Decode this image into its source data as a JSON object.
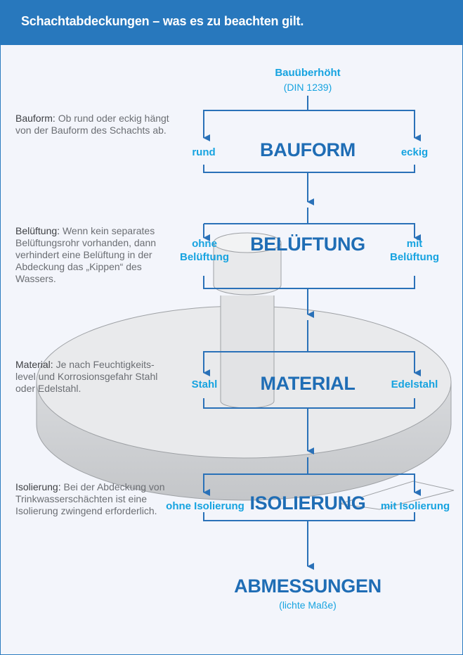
{
  "header": {
    "title": "Schachtabdeckungen – was es zu beachten gilt."
  },
  "top": {
    "label": "Bauüberhöht",
    "sub": "(DIN 1239)"
  },
  "steps": [
    {
      "title": "BAUFORM",
      "left": "rund",
      "right": "eckig"
    },
    {
      "title": "BELÜFTUNG",
      "left": "ohne\nBelüftung",
      "right": "mit\nBelüftung"
    },
    {
      "title": "MATERIAL",
      "left": "Stahl",
      "right": "Edelstahl"
    },
    {
      "title": "ISOLIERUNG",
      "left": "ohne Isolierung",
      "right": "mit Isolierung"
    }
  ],
  "bottom": {
    "label": "ABMESSUNGEN",
    "sub": "(lichte Maße)"
  },
  "notes": [
    {
      "term": "Bauform:",
      "text": " Ob rund oder eckig hängt von der Bauform des Schachts ab."
    },
    {
      "term": "Belüftung:",
      "text": " Wenn kein separates Belüftungsrohr vorhanden, dann verhindert eine Belüftung in der Abdeckung das „Kippen“ des Wassers."
    },
    {
      "term": "Material:",
      "text": " Je nach Feuchtigkeits-level und Korrosionsgefahr Stahl oder Edelstahl."
    },
    {
      "term": "Isolierung:",
      "text": " Bei der Abdeckung von Trinkwasserschächten ist eine Isolierung zwingend erforderlich."
    }
  ],
  "colors": {
    "header": "#2878bd",
    "title": "#1f6db5",
    "option": "#16a3e0",
    "line": "#2a71b8"
  }
}
